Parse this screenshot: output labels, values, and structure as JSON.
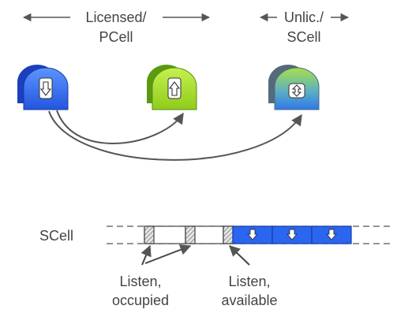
{
  "top": {
    "licensed_line1": "Licensed/",
    "licensed_line2": "PCell",
    "unlicensed_line1": "Unlic./",
    "unlicensed_line2": "SCell"
  },
  "cells": [
    {
      "name": "downlink-cell",
      "icon": "arrow-down-icon",
      "color_dark": "#1a3fbf",
      "color_light": "#3f7ff0"
    },
    {
      "name": "uplink-cell",
      "icon": "arrow-up-icon",
      "color_dark": "#5a9a10",
      "color_light": "#b6e63a"
    },
    {
      "name": "bidirectional-cell",
      "icon": "arrow-updown-icon",
      "color_dark": "#556a7a",
      "color_light": "#2e8adf"
    }
  ],
  "timeline": {
    "row_label": "SCell",
    "annotation_left_line1": "Listen,",
    "annotation_left_line2": "occupied",
    "annotation_right_line1": "Listen,",
    "annotation_right_line2": "available",
    "downlink_color": "#2a66f0"
  }
}
